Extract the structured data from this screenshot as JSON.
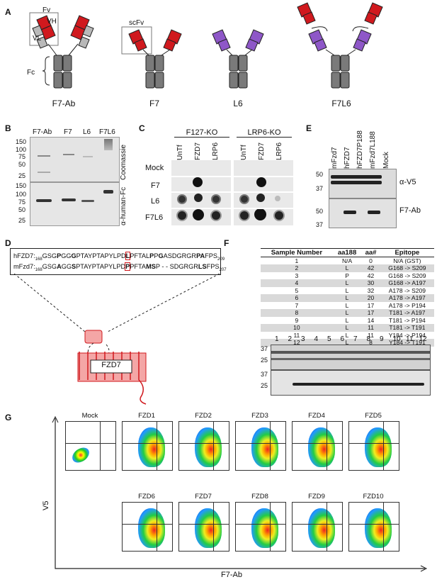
{
  "panels": {
    "A": "A",
    "B": "B",
    "C": "C",
    "D": "D",
    "E": "E",
    "F": "F",
    "G": "G"
  },
  "panel_a": {
    "fv_label": "Fv",
    "vh_label": "VH",
    "vl_label": "VL",
    "fc_label": "Fc",
    "scfv_label": "scFv",
    "constructs": [
      "F7-Ab",
      "F7",
      "L6",
      "F7L6"
    ],
    "colors": {
      "f7_domain": "#d0191e",
      "l6_domain": "#8e57c8",
      "fc": "#7a7a7a",
      "light": "#b9b9b9"
    }
  },
  "panel_b": {
    "lanes": [
      "F7-Ab",
      "F7",
      "L6",
      "F7L6"
    ],
    "ticks_top": [
      "150",
      "100",
      "75",
      "50",
      "25"
    ],
    "ticks_bottom": [
      "150",
      "100",
      "75",
      "50",
      "25"
    ],
    "right_top": "Coomassie",
    "right_bottom": "α-human-Fc"
  },
  "panel_c": {
    "group1": "F127-KO",
    "group2": "LRP6-KO",
    "cols": [
      "UnTf",
      "FZD7",
      "LRP6",
      "UnTf",
      "FZD7",
      "LRP6"
    ],
    "rows": [
      "Mock",
      "F7",
      "L6",
      "F7L6"
    ]
  },
  "panel_e": {
    "lanes": [
      "mFzd7",
      "hFZD7",
      "hFZD7P188",
      "mFzd7L188",
      "Mock"
    ],
    "ticks_top": [
      "50",
      "37"
    ],
    "ticks_bottom": [
      "50",
      "37"
    ],
    "right_top": "α-V5",
    "right_bottom": "F7-Ab"
  },
  "panel_d": {
    "h_name": "hFZD7:",
    "m_name": "mFzd7:",
    "h_start": "168",
    "m_start": "168",
    "h_end": "209",
    "m_end": "207",
    "fzd7_label": "FZD7",
    "colors": {
      "receptor": "#f4a6a6",
      "outline": "#d0191e"
    }
  },
  "panel_f": {
    "headers": [
      "Sample Number",
      "aa188",
      "aa#",
      "Epitope"
    ],
    "rows": [
      [
        "1",
        "N/A",
        "0",
        "N/A (GST)"
      ],
      [
        "2",
        "L",
        "42",
        "G168 -> S209"
      ],
      [
        "3",
        "P",
        "42",
        "G168 -> S209"
      ],
      [
        "4",
        "L",
        "30",
        "G168 -> A197"
      ],
      [
        "5",
        "L",
        "32",
        "A178 -> S209"
      ],
      [
        "6",
        "L",
        "20",
        "A178 -> A197"
      ],
      [
        "7",
        "L",
        "17",
        "A178 -> P194"
      ],
      [
        "8",
        "L",
        "17",
        "T181 -> A197"
      ],
      [
        "9",
        "L",
        "14",
        "T181 -> P194"
      ],
      [
        "10",
        "L",
        "11",
        "T181 -> T191"
      ],
      [
        "11",
        "L",
        "11",
        "Y184 -> P194"
      ],
      [
        "12",
        "L",
        "8",
        "Y184 -> T191"
      ]
    ],
    "lanes": [
      "1",
      "2",
      "3",
      "4",
      "5",
      "6",
      "7",
      "8",
      "9",
      "10",
      "11",
      "12"
    ],
    "ticks_top": [
      "37",
      "25"
    ],
    "ticks_bottom": [
      "37",
      "25"
    ]
  },
  "panel_g": {
    "row1": [
      "Mock",
      "FZD1",
      "FZD2",
      "FZD3",
      "FZD4",
      "FZD5"
    ],
    "row2": [
      "FZD6",
      "FZD7",
      "FZD8",
      "FZD9",
      "FZD10"
    ],
    "y_axis": "V5",
    "x_axis": "F7-Ab"
  }
}
